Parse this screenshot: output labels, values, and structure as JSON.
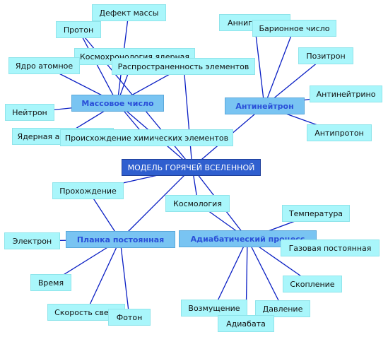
{
  "central": "МОДЕЛЬ ГОРЯЧЕЙ ВСЕЛЕННОЙ",
  "hubs": {
    "mass": "Массовое число",
    "antineutron": "Антинейтрон",
    "planck": "Планка постоянная",
    "adiabatic": "Адиабатический процесс"
  },
  "leaves": {
    "mass_defect": "Дефект массы",
    "proton": "Протон",
    "cosmochronology": "Космохронология ядерная",
    "element_abundance": "Распространенность элементов",
    "atomic_nucleus": "Ядро атомное",
    "neutron": "Нейтрон",
    "nuclear_astrophysics": "Ядерная астрофизика",
    "element_origin": "Происхождение химических элементов",
    "annihilation": "Аннигиляция",
    "baryon_number": "Барионное число",
    "positron": "Позитрон",
    "antineutrino": "Антинейтрино",
    "antiproton": "Антипротон",
    "passage": "Прохождение",
    "cosmology": "Космология",
    "electron": "Электрон",
    "time": "Время",
    "speed_of_light": "Скорость света",
    "photon": "Фотон",
    "temperature": "Температура",
    "gas_constant": "Газовая постоянная",
    "cluster": "Скопление",
    "pressure": "Давление",
    "adiabat": "Адиабата",
    "excitation": "Возмущение"
  },
  "colors": {
    "leaf": "#a9f6fb",
    "hub": "#79c4f2",
    "hub_text": "#2a4fd8",
    "root": "#2f5fcf",
    "edge": "#0a1fc4"
  }
}
